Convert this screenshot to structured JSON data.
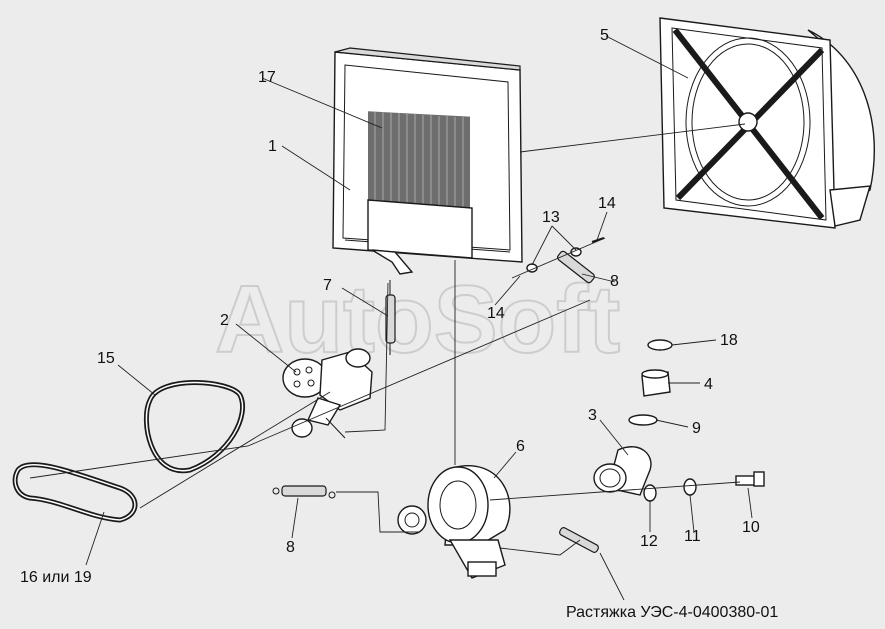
{
  "watermark": "AutoSoft",
  "caption": "Растяжка УЭС-4-0400380-01",
  "callouts": {
    "c1": "1",
    "c2": "2",
    "c3": "3",
    "c4": "4",
    "c5": "5",
    "c6": "6",
    "c7": "7",
    "c8a": "8",
    "c8b": "8",
    "c9": "9",
    "c10": "10",
    "c11": "11",
    "c12": "12",
    "c13": "13",
    "c14a": "14",
    "c14b": "14",
    "c15": "15",
    "c16": "16 или 19",
    "c17": "17",
    "c18": "18"
  }
}
